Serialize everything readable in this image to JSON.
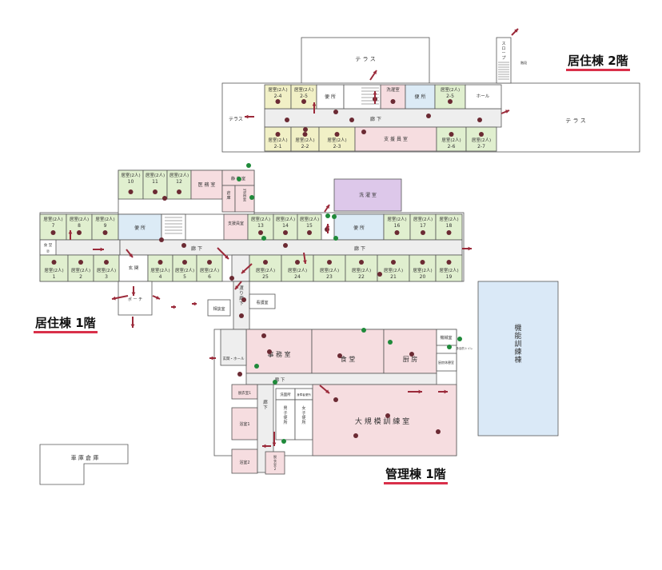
{
  "headings": {
    "upper": "居住棟 2階",
    "lower": "居住棟 1階",
    "admin": "管理棟 1階"
  },
  "colors": {
    "yellow": "#f1f0c6",
    "green": "#e0efcf",
    "pink": "#f6dde0",
    "blue": "#dcebf6",
    "lavender": "#ddc8ea",
    "corridor": "#eeeeee",
    "wall": "#555555",
    "marker": "#6b2a33",
    "arrow": "#9b2a3a",
    "greenDot": "#1f8a3a",
    "underline": "#d9304a",
    "gym": "#dae9f7"
  },
  "floor2": {
    "terrace_top": "テ ラ ス",
    "terrace_left": "テラス",
    "terrace_right": "テ ラ ス",
    "corridor": "廊 下",
    "slope": "スロープ",
    "hall": "ホール",
    "stairs_label": "階段",
    "rooms": [
      {
        "label": "居室(2人)",
        "num": "2-4"
      },
      {
        "label": "居室(2人)",
        "num": "2-5"
      },
      {
        "label": "便 所",
        "num": ""
      },
      {
        "label": "洗濯室",
        "num": ""
      },
      {
        "label": "便 所",
        "num": ""
      },
      {
        "label": "居室(2人)",
        "num": "2-5"
      },
      {
        "label": "居室(2人)",
        "num": "2-1"
      },
      {
        "label": "居室(2人)",
        "num": "2-2"
      },
      {
        "label": "居室(2人)",
        "num": "2-3"
      },
      {
        "label": "支 援 員 室",
        "num": ""
      },
      {
        "label": "居室(2人)",
        "num": "2-6"
      },
      {
        "label": "居室(2人)",
        "num": "2-7"
      }
    ]
  },
  "floor1": {
    "corridor_left": "廊 下",
    "corridor_right": "廊 下",
    "watari": "渡 り 廊 下",
    "entrance": "玄 関",
    "porch": "ポ ー チ",
    "counsel": "相談室",
    "nurse": "看護室",
    "rooms": [
      {
        "label": "居室(2人)",
        "num": "10"
      },
      {
        "label": "居室(2人)",
        "num": "11"
      },
      {
        "label": "居室(2人)",
        "num": "12"
      },
      {
        "label": "医 務 室",
        "num": ""
      },
      {
        "label": "静 養 室",
        "num": ""
      },
      {
        "label": "倉庫",
        "num": ""
      },
      {
        "label": "当直室",
        "num": ""
      },
      {
        "label": "洗 濯 室",
        "num": ""
      },
      {
        "label": "居室(2人)",
        "num": "7"
      },
      {
        "label": "居室(2人)",
        "num": "8"
      },
      {
        "label": "居室(2人)",
        "num": "9"
      },
      {
        "label": "便 所",
        "num": ""
      },
      {
        "label": "支援員室",
        "num": ""
      },
      {
        "label": "居室(2人)",
        "num": "13"
      },
      {
        "label": "居室(2人)",
        "num": "14"
      },
      {
        "label": "居室(2人)",
        "num": "15"
      },
      {
        "label": "便 所",
        "num": ""
      },
      {
        "label": "居室(2人)",
        "num": "16"
      },
      {
        "label": "居室(2人)",
        "num": "17"
      },
      {
        "label": "居室(2人)",
        "num": "18"
      },
      {
        "label": "食 堂",
        "num": "②"
      },
      {
        "label": "居室(2人)",
        "num": "1"
      },
      {
        "label": "居室(2人)",
        "num": "2"
      },
      {
        "label": "居室(2人)",
        "num": "3"
      },
      {
        "label": "居室(2人)",
        "num": "4"
      },
      {
        "label": "居室(2人)",
        "num": "5"
      },
      {
        "label": "居室(2人)",
        "num": "6"
      },
      {
        "label": "居室(2人)",
        "num": "25"
      },
      {
        "label": "居室(2人)",
        "num": "24"
      },
      {
        "label": "居室(2人)",
        "num": "23"
      },
      {
        "label": "居室(2人)",
        "num": "22"
      },
      {
        "label": "居室(2人)",
        "num": "21"
      },
      {
        "label": "居室(2人)",
        "num": "20"
      },
      {
        "label": "居室(2人)",
        "num": "19"
      }
    ]
  },
  "admin": {
    "office": "事 務 室",
    "dining": "食 堂",
    "kitchen": "厨 房",
    "machine": "機械室",
    "kitchen_rest": "厨房休憩室",
    "hall": "玄関・ホール",
    "corridor": "廊 下",
    "corridor_v": "廊 下",
    "washroom": "洗面所",
    "disabled_toilet": "身障者便所",
    "male_toilet": "男 子 便 所",
    "female_toilet": "女 子 便 所",
    "bath1": "浴室1",
    "bath2": "浴室2",
    "dressing1": "脱衣室1",
    "dressing2": "脱衣室 2",
    "training_room": "大 規 模 訓 練 室",
    "side_note": "多目的トイレ",
    "gym": "機 能 訓 練 棟"
  },
  "garage": "車 庫 倉 庫"
}
